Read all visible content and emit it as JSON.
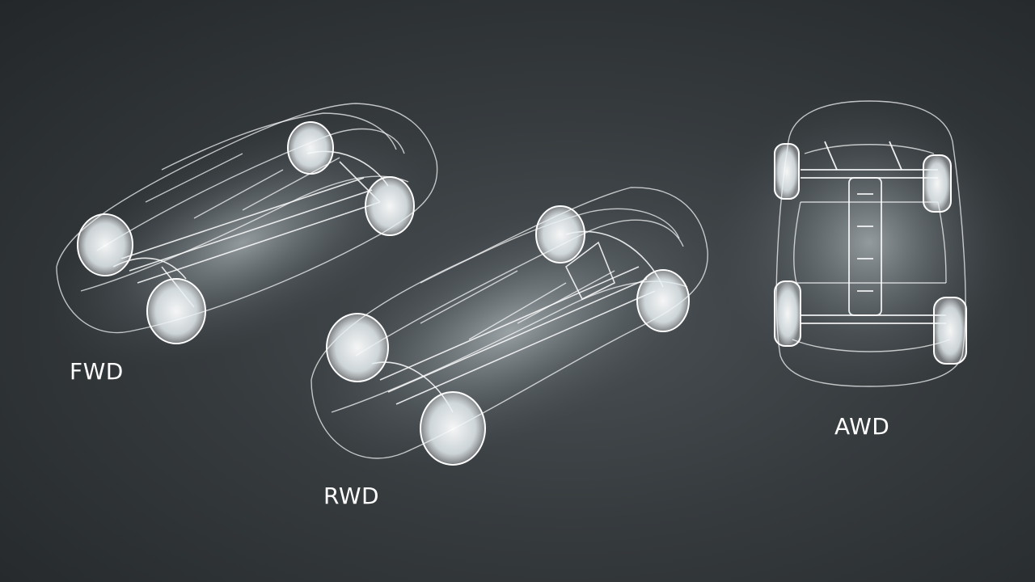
{
  "labels": {
    "fwd": "FWD",
    "rwd": "RWD",
    "awd": "AWD"
  },
  "colors": {
    "background": "#363b3e",
    "wireframe": "#ffffff",
    "glow": "#e8f0f4"
  }
}
